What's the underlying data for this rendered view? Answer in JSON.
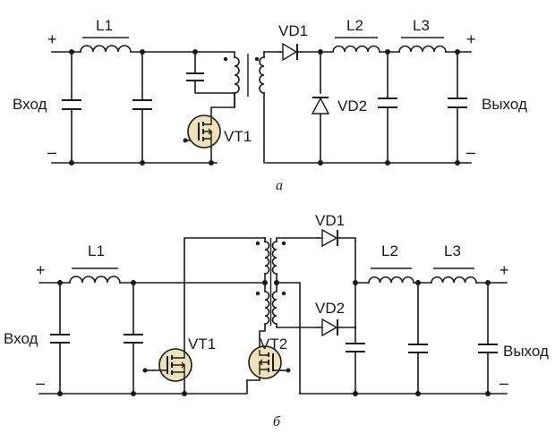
{
  "colors": {
    "ink": "#1a1a1a",
    "transistor_fill": "#f0e2b8",
    "background": "#ffffff"
  },
  "diagram_a": {
    "caption": "а",
    "input_label": "Вход",
    "output_label": "Выход",
    "plus": "+",
    "minus": "–",
    "inductors": [
      "L1",
      "L2",
      "L3"
    ],
    "diodes": [
      "VD1",
      "VD2"
    ],
    "transistor": "VT1"
  },
  "diagram_b": {
    "caption": "б",
    "input_label": "Вход",
    "output_label": "Выход",
    "plus": "+",
    "minus": "–",
    "inductors": [
      "L1",
      "L2",
      "L3"
    ],
    "diodes": [
      "VD1",
      "VD2"
    ],
    "transistors": [
      "VT1",
      "VT2"
    ]
  }
}
